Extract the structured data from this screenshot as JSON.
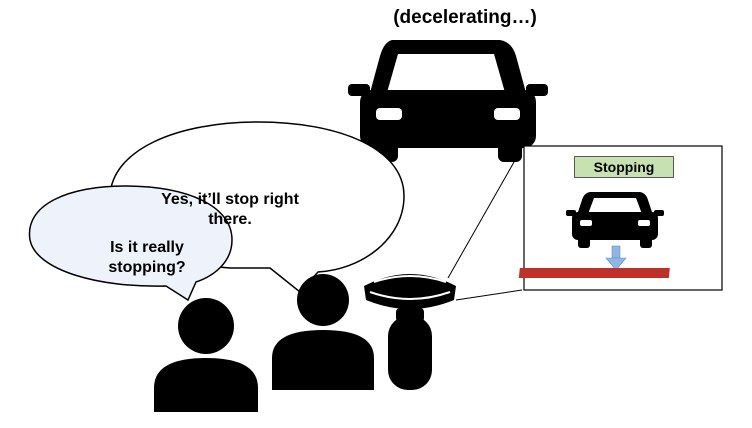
{
  "scene": {
    "status_caption": "(decelerating…)",
    "ar_panel": {
      "badge_label": "Stopping",
      "badge_color": "#c7e2b0",
      "stop_line_color": "#c0302a",
      "arrow_color": "#8fb4e6"
    },
    "speech": {
      "front_person": "Is it really stopping?",
      "back_person": "Yes, it’ll stop right there."
    },
    "icons": {
      "vehicle": "car-front-icon",
      "headset": "ar-headset-icon"
    }
  }
}
